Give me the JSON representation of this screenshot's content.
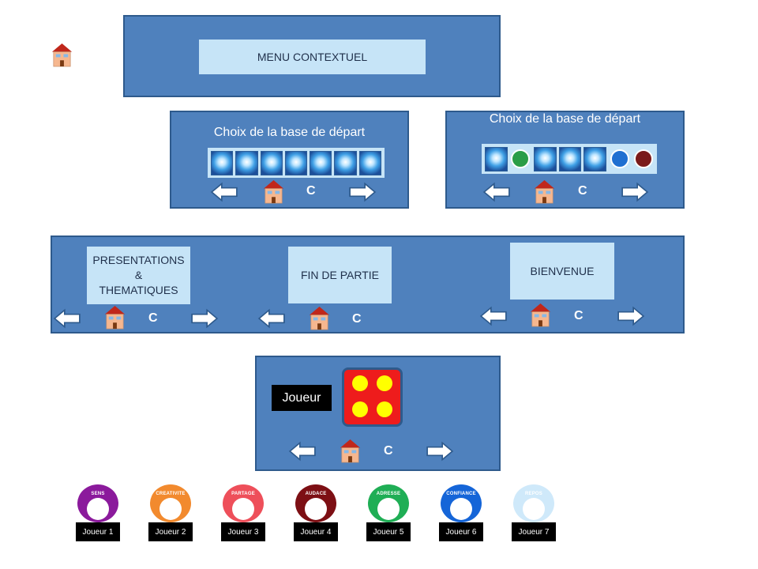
{
  "menu": {
    "label": "MENU CONTEXTUEL"
  },
  "base_panel_left": {
    "title": "Choix de la base de départ",
    "c_label": "C",
    "tiles": [
      "tile",
      "tile",
      "tile",
      "tile",
      "tile",
      "tile",
      "tile"
    ]
  },
  "base_panel_right": {
    "title": "Choix de la base de départ",
    "c_label": "C",
    "tiles": [
      {
        "kind": "tile"
      },
      {
        "kind": "badge",
        "color": "#2a9d47"
      },
      {
        "kind": "tile"
      },
      {
        "kind": "tile"
      },
      {
        "kind": "tile"
      },
      {
        "kind": "badge",
        "color": "#1f6fd1"
      },
      {
        "kind": "badge",
        "color": "#7a1a1a"
      }
    ]
  },
  "middle_panel": {
    "presentations_label": "PRESENTATIONS\n&\nTHEMATIQUES",
    "fin_label": "FIN DE PARTIE",
    "bienvenue_label": "BIENVENUE",
    "c_label": "C"
  },
  "dice_panel": {
    "joueur_label": "Joueur",
    "die_value": 4,
    "c_label": "C"
  },
  "players": [
    {
      "badge": "SENS",
      "label": "Joueur 1",
      "color": "#8b1a9c"
    },
    {
      "badge": "CREATIVITE",
      "label": "Joueur 2",
      "color": "#f28a2e"
    },
    {
      "badge": "PARTAGE",
      "label": "Joueur 3",
      "color": "#ee4f5a"
    },
    {
      "badge": "AUDACE",
      "label": "Joueur 4",
      "color": "#7d0f14"
    },
    {
      "badge": "ADRESSE",
      "label": "Joueur 5",
      "color": "#1fae55"
    },
    {
      "badge": "CONFIANCE",
      "label": "Joueur 6",
      "color": "#1565d8"
    },
    {
      "badge": "REPOS",
      "label": "Joueur 7",
      "color": "#cfe9fa"
    }
  ],
  "icons": {
    "home": "house-icon",
    "left": "arrow-left-icon",
    "right": "arrow-right-icon"
  },
  "colors": {
    "panel": "#4f81bd",
    "light_box": "#c6e4f7",
    "die": "#ee1c1c",
    "pip": "#ffff00"
  }
}
